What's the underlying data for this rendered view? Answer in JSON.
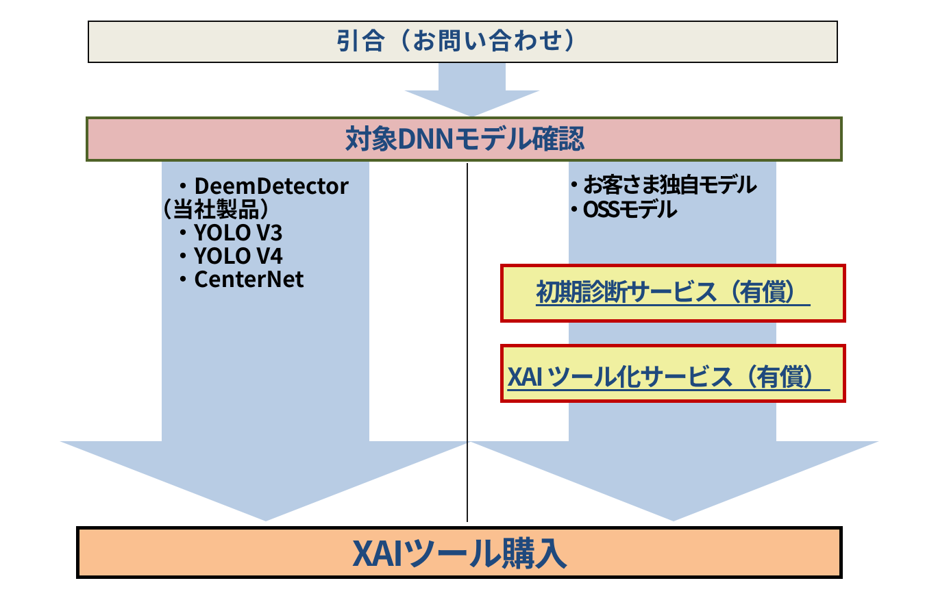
{
  "diagram": {
    "title": "XAI tool purchase flow",
    "background": "#ffffff",
    "inquiry_box": {
      "label": "引合（お問い合わせ）",
      "fill": "#eeece1",
      "border": "#0d0d0d",
      "text_color": "#1f497d"
    },
    "dnn_box": {
      "label": "対象DNNモデル確認",
      "fill": "#e6b8b7",
      "border": "#4f6228",
      "text_color": "#1f497d"
    },
    "left_branch": {
      "items": [
        "・DeemDetector",
        "（当社製品）",
        "・YOLO V3",
        "・YOLO V4",
        "・CenterNet"
      ],
      "text_color": "#000000"
    },
    "right_branch": {
      "items": [
        "・お客さま独自モデル",
        "・OSSモデル"
      ],
      "text_color": "#000000"
    },
    "services": {
      "initial_diagnosis": {
        "label": "初期診断サービス（有償） ",
        "fill": "#f0f0a0",
        "border": "#c00000",
        "text_color": "#1f497d"
      },
      "xai_toolification": {
        "label": "XAI ツール化サービス（有償） ",
        "fill": "#f0f0a0",
        "border": "#c00000",
        "text_color": "#1f497d"
      }
    },
    "purchase_box": {
      "label": "XAIツール購入",
      "fill": "#fac090",
      "border": "#000000",
      "text_color": "#1f497d"
    },
    "arrow_color": "#b8cce4",
    "divider_color": "#1a1a1a"
  }
}
